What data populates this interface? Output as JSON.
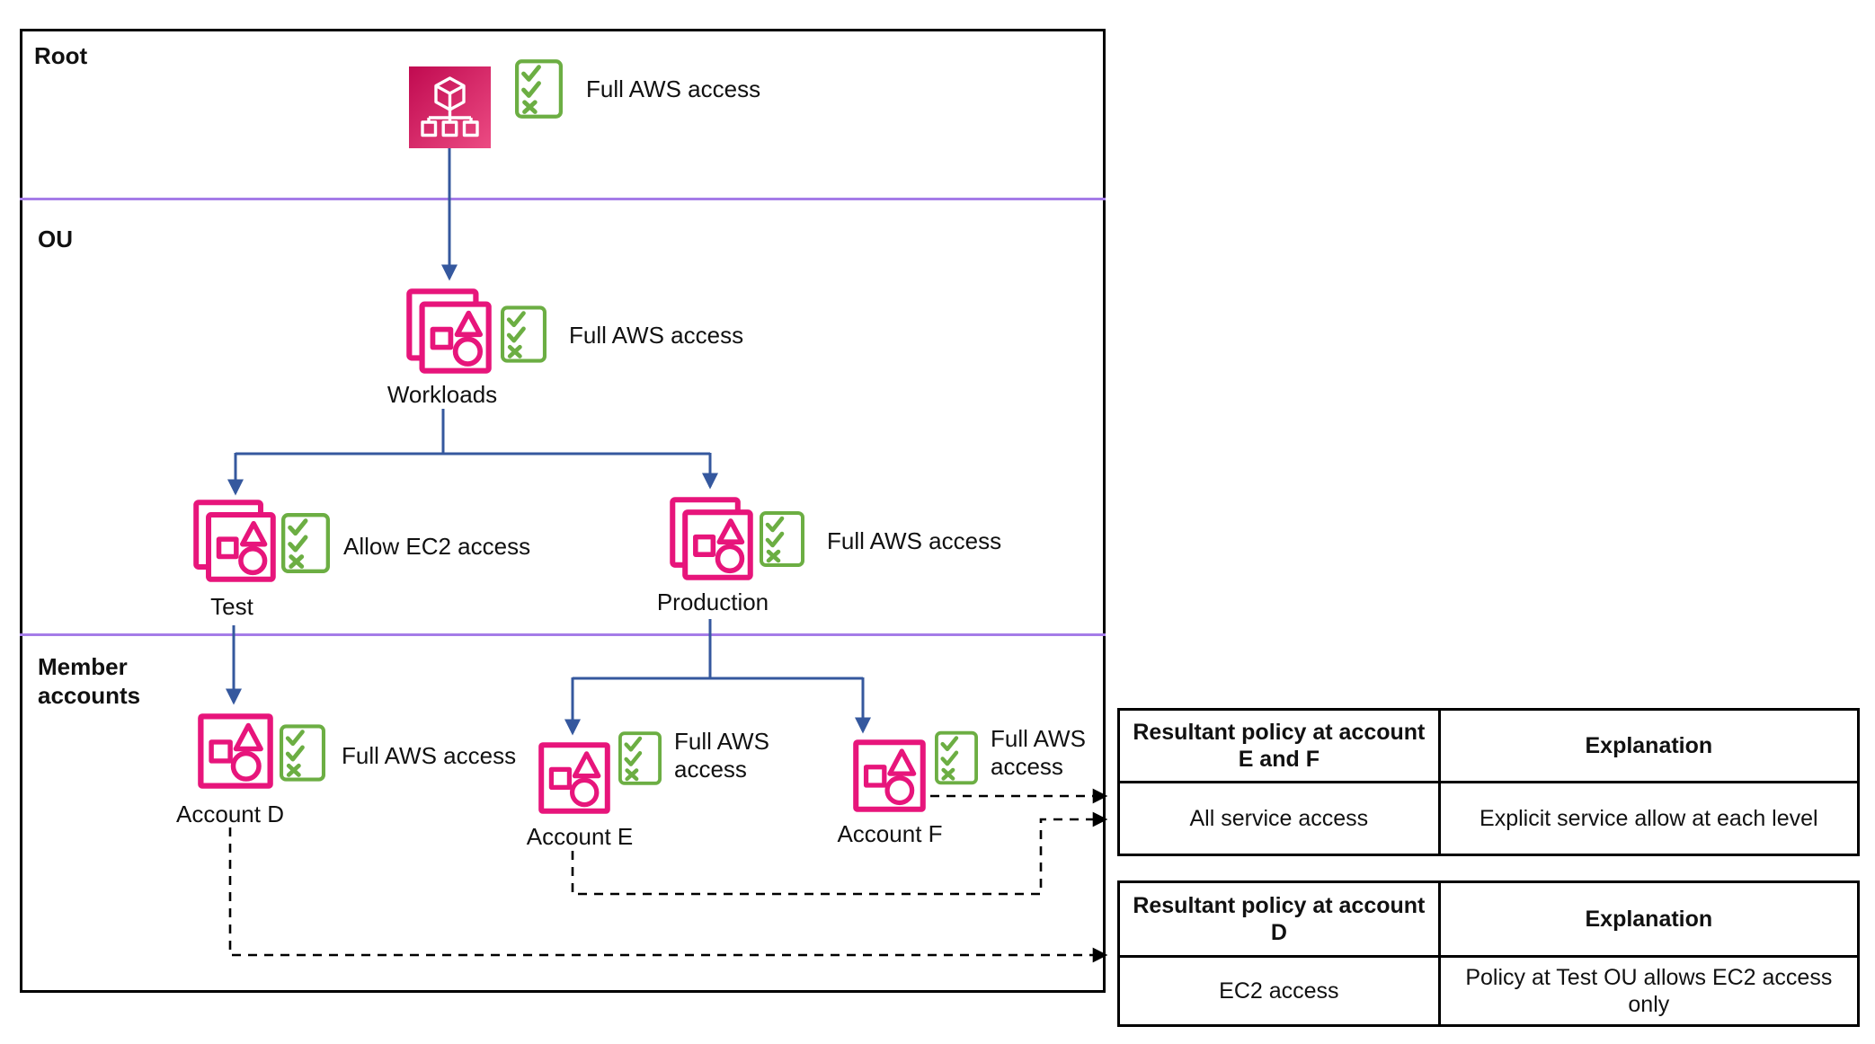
{
  "sections": {
    "root": "Root",
    "ou": "OU",
    "member": "Member accounts"
  },
  "nodes": {
    "root": {
      "policy": "Full AWS access"
    },
    "workloads": {
      "label": "Workloads",
      "policy": "Full AWS access"
    },
    "test": {
      "label": "Test",
      "policy": "Allow EC2 access"
    },
    "production": {
      "label": "Production",
      "policy": "Full AWS access"
    },
    "account_d": {
      "label": "Account D",
      "policy": "Full AWS access"
    },
    "account_e": {
      "label": "Account E",
      "policy": "Full AWS access"
    },
    "account_f": {
      "label": "Account F",
      "policy": "Full AWS access"
    }
  },
  "tables": [
    {
      "headers": [
        "Resultant policy at account E and F",
        "Explanation"
      ],
      "rows": [
        [
          "All service access",
          "Explicit service allow at each level"
        ]
      ]
    },
    {
      "headers": [
        "Resultant policy at account D",
        "Explanation"
      ],
      "rows": [
        [
          "EC2 access",
          "Policy at Test OU allows EC2 access only"
        ]
      ]
    }
  ],
  "icons": {
    "root": "organizations-icon",
    "organizational_unit": "ou-icon",
    "account": "account-icon",
    "policy": "scp-checklist-icon"
  },
  "colors": {
    "pink": "#E7157B",
    "pink_gradient_start": "#C00A50",
    "pink_gradient_end": "#EC4B83",
    "green": "#6CAE43",
    "blue": "#35589E",
    "purple": "#A57CE8",
    "line_black": "#000000"
  }
}
